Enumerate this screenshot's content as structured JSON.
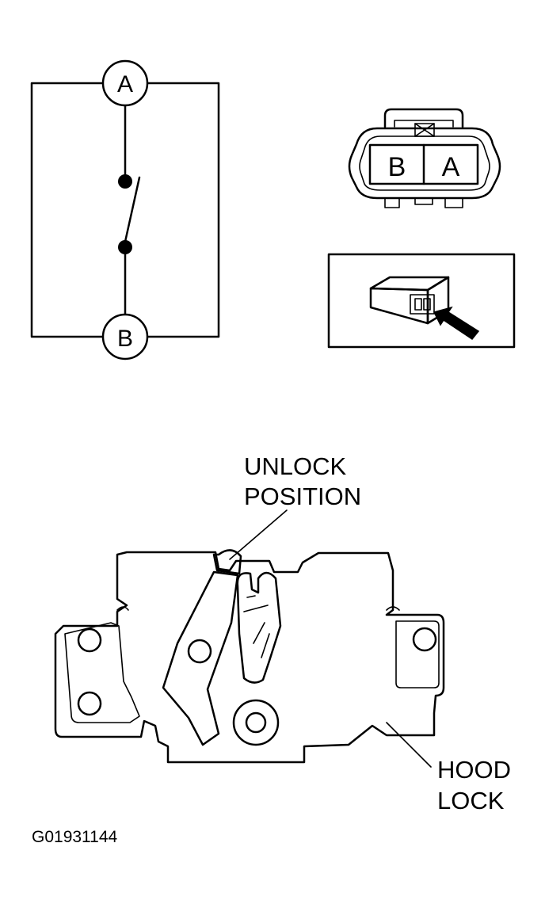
{
  "schematic": {
    "terminal_top": "A",
    "terminal_bottom": "B"
  },
  "connector": {
    "pin_left": "B",
    "pin_right": "A"
  },
  "callouts": {
    "unlock_line1": "UNLOCK",
    "unlock_line2": "POSITION",
    "hood_line1": "HOOD",
    "hood_line2": "LOCK"
  },
  "figure_code": "G01931144"
}
